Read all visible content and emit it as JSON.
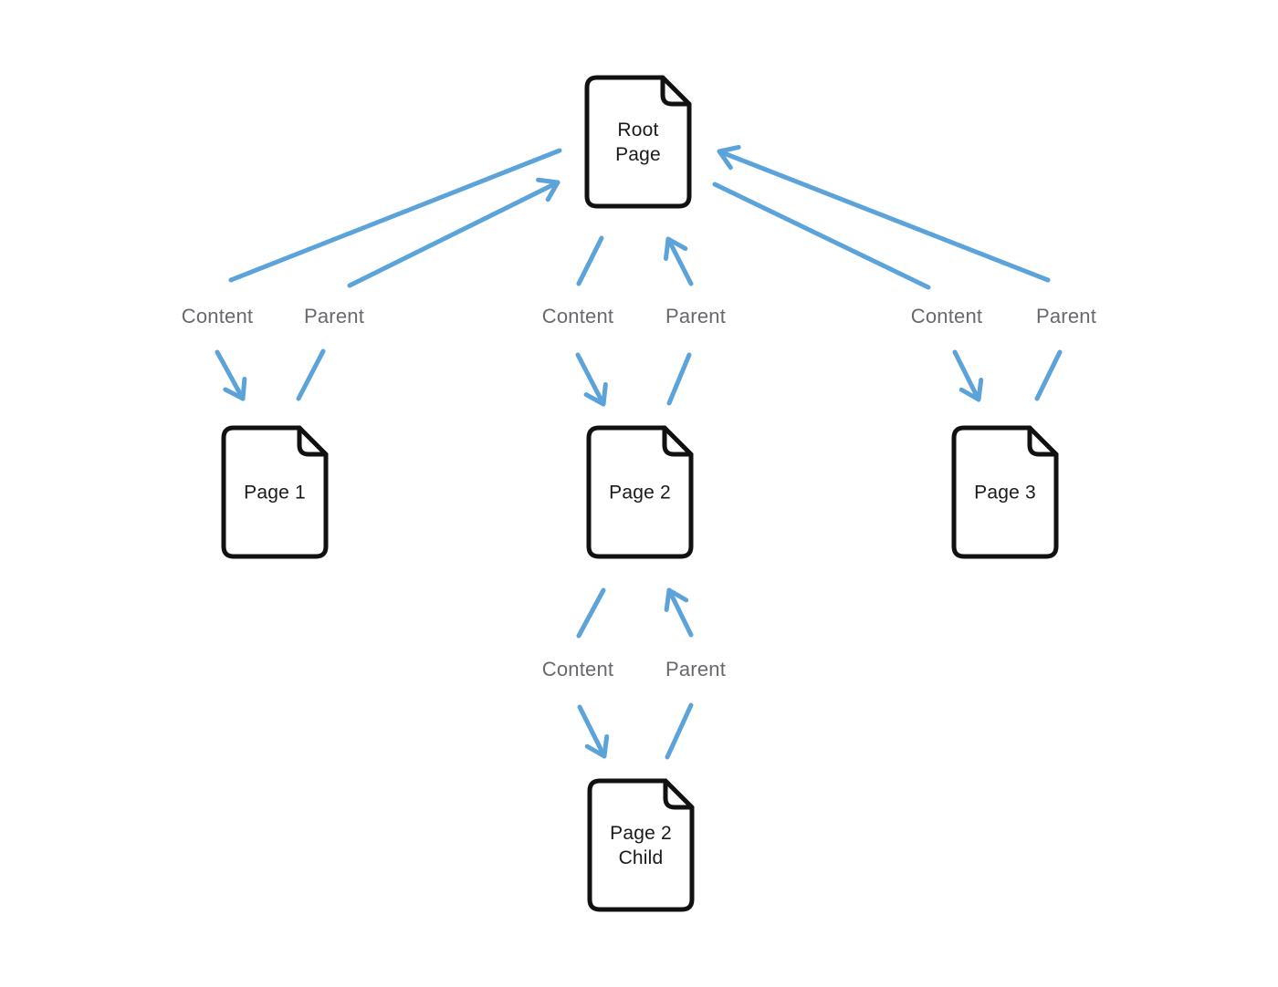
{
  "diagram": {
    "type": "page-hierarchy",
    "background_color": "#ffffff",
    "arrow_color": "#5ba3d9",
    "node_border_color": "#111111",
    "node_text_color": "#1a1a1a",
    "edge_label_color": "#66696f",
    "nodes": [
      {
        "id": "root-page",
        "label": "Root Page"
      },
      {
        "id": "page-1",
        "label": "Page 1"
      },
      {
        "id": "page-2",
        "label": "Page 2"
      },
      {
        "id": "page-3",
        "label": "Page 3"
      },
      {
        "id": "page-2-child",
        "label": "Page 2 Child"
      }
    ],
    "edges": [
      {
        "from": "Root Page",
        "to": "Page 1",
        "content_label": "Content",
        "parent_label": "Parent"
      },
      {
        "from": "Root Page",
        "to": "Page 2",
        "content_label": "Content",
        "parent_label": "Parent"
      },
      {
        "from": "Root Page",
        "to": "Page 3",
        "content_label": "Content",
        "parent_label": "Parent"
      },
      {
        "from": "Page 2",
        "to": "Page 2 Child",
        "content_label": "Content",
        "parent_label": "Parent"
      }
    ]
  }
}
